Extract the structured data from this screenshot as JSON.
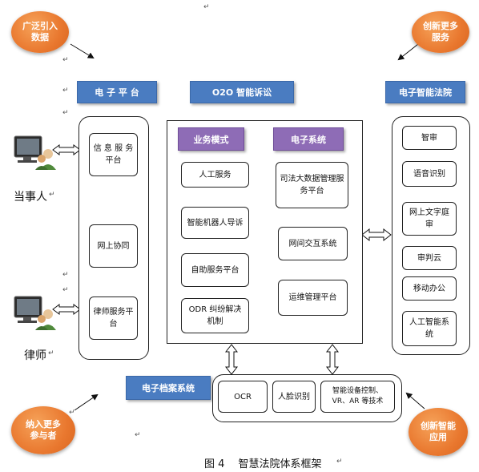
{
  "circles": {
    "top_left": "广泛引入数据",
    "top_right": "创新更多服务",
    "bottom_left": "纳入更多参与者",
    "bottom_right": "创新智能应用"
  },
  "headers": {
    "left": "电 子 平 台",
    "center": "O2O 智能诉讼",
    "right": "电子智能法院",
    "archive": "电子档案系统"
  },
  "left_panel": [
    "信 息 服 务平台",
    "网上协同",
    "律师服务平台"
  ],
  "center_panel": {
    "business_header": "业务模式",
    "system_header": "电子系统",
    "business": [
      "人工服务",
      "智能机器人导诉",
      "自助服务平台",
      "ODR 纠纷解决机制"
    ],
    "systems": [
      "司法大数据管理服务平台",
      "网间交互系统",
      "运维管理平台"
    ]
  },
  "right_panel": [
    "智审",
    "语音识别",
    "网上文字庭审",
    "审判云",
    "移动办公",
    "人工智能系统"
  ],
  "archive_items": [
    "OCR",
    "人脸识别",
    "智能设备控制、VR、AR 等技术"
  ],
  "persons": [
    "当事人",
    "律师"
  ],
  "caption": "图 4　 智慧法院体系框架"
}
